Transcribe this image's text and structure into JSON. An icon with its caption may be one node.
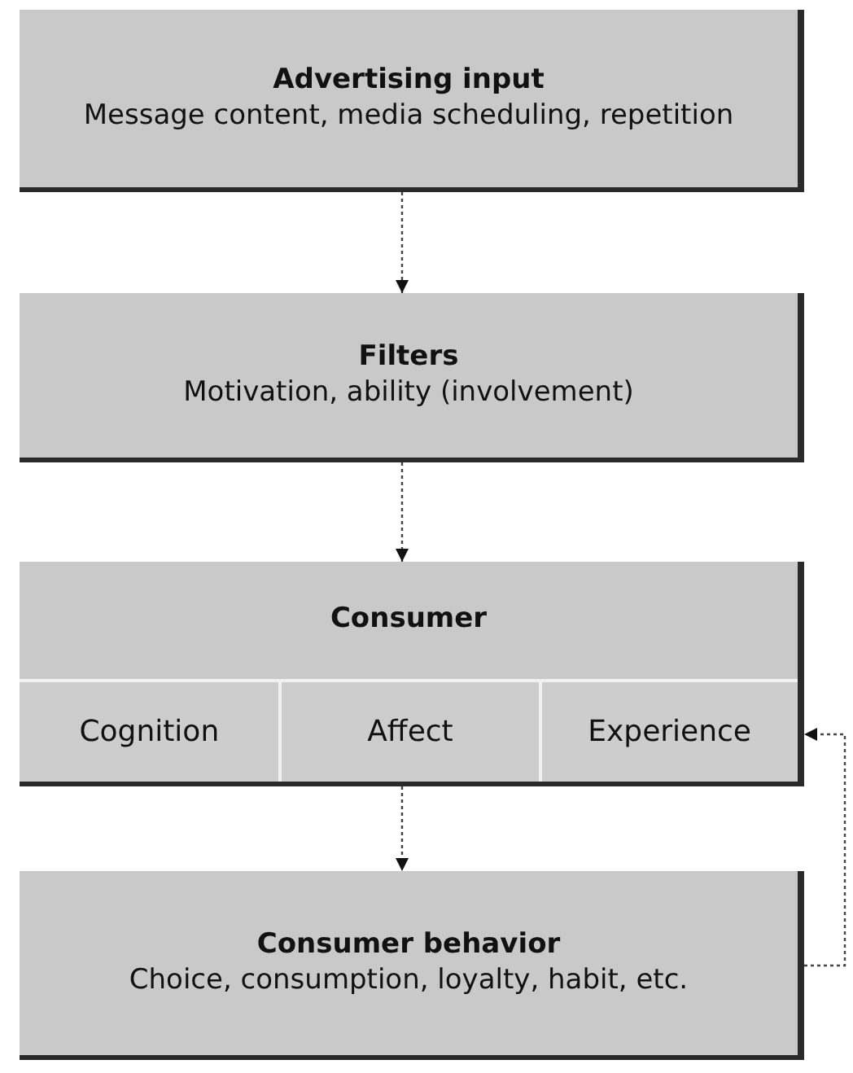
{
  "diagram": {
    "nodes": [
      {
        "text": [
          "Advertising input",
          "Message content, media scheduling, repetition"
        ]
      },
      {
        "text": [
          "Filters",
          "Motivation, ability (involvement)"
        ]
      },
      {
        "text": [
          "Consumer"
        ]
      },
      {
        "text": [
          "Cognition"
        ],
        "in": 2
      },
      {
        "text": [
          "Affect"
        ],
        "in": 2
      },
      {
        "text": [
          "Experience"
        ],
        "in": 2
      },
      {
        "text": [
          "Consumer behavior",
          "Choice, consumption, loyalty, habit, etc."
        ]
      }
    ],
    "edges": [
      {
        "from": 0,
        "to": 1,
        "arrow": "to"
      },
      {
        "from": 1,
        "to": 2,
        "arrow": "to"
      },
      {
        "from": 2,
        "to": 6,
        "arrow": "to"
      },
      {
        "from": 6,
        "to": 2,
        "arrow": "to"
      }
    ]
  }
}
